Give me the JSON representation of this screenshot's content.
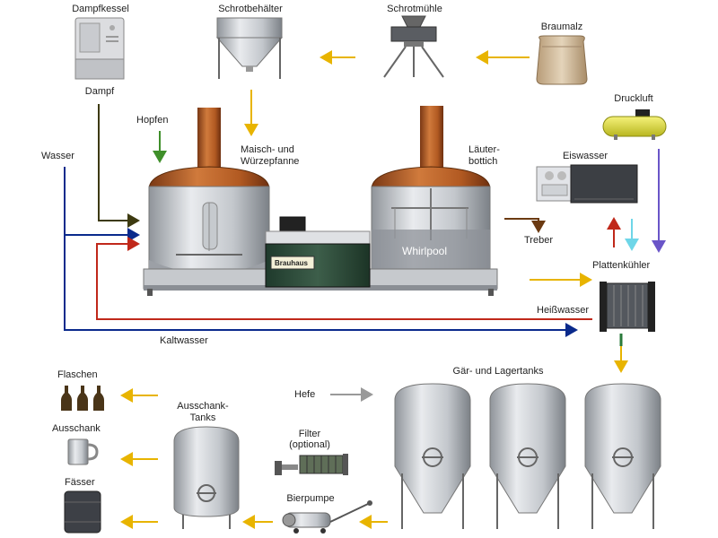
{
  "labels": {
    "dampfkessel": "Dampfkessel",
    "schrotbehaelter": "Schrotbehälter",
    "schrotmuehle": "Schrotmühle",
    "braumalz": "Braumalz",
    "dampf": "Dampf",
    "druckluft": "Druckluft",
    "hopfen": "Hopfen",
    "maisch_line1": "Maisch- und",
    "maisch_line2": "Würzepfanne",
    "laeuter_line1": "Läuter-",
    "laeuter_line2": "bottich",
    "wasser": "Wasser",
    "eiswasser": "Eiswasser",
    "whirlpool": "Whirlpool",
    "treber": "Treber",
    "plattenkuehler": "Plattenkühler",
    "heisswasser": "Heißwasser",
    "kaltwasser": "Kaltwasser",
    "gaer_lagertanks": "Gär- und Lagertanks",
    "flaschen": "Flaschen",
    "ausschank_tanks_line1": "Ausschank-",
    "ausschank_tanks_line2": "Tanks",
    "hefe": "Hefe",
    "ausschank": "Ausschank",
    "filter_line1": "Filter",
    "filter_line2": "(optional)",
    "faesser": "Fässer",
    "bierpumpe": "Bierpumpe",
    "console_brand": "Brauhaus"
  },
  "colors": {
    "arrow_yellow": "#e8b400",
    "steam_olive": "#3d3a10",
    "water_blue": "#0a2a8c",
    "hot_red": "#c0281a",
    "brown": "#6b3a12",
    "green": "#3f8f2a",
    "purple": "#6a55c8",
    "cyan": "#6ed6e8",
    "copper": "#b0602a",
    "steel": "#c9ccd0"
  }
}
